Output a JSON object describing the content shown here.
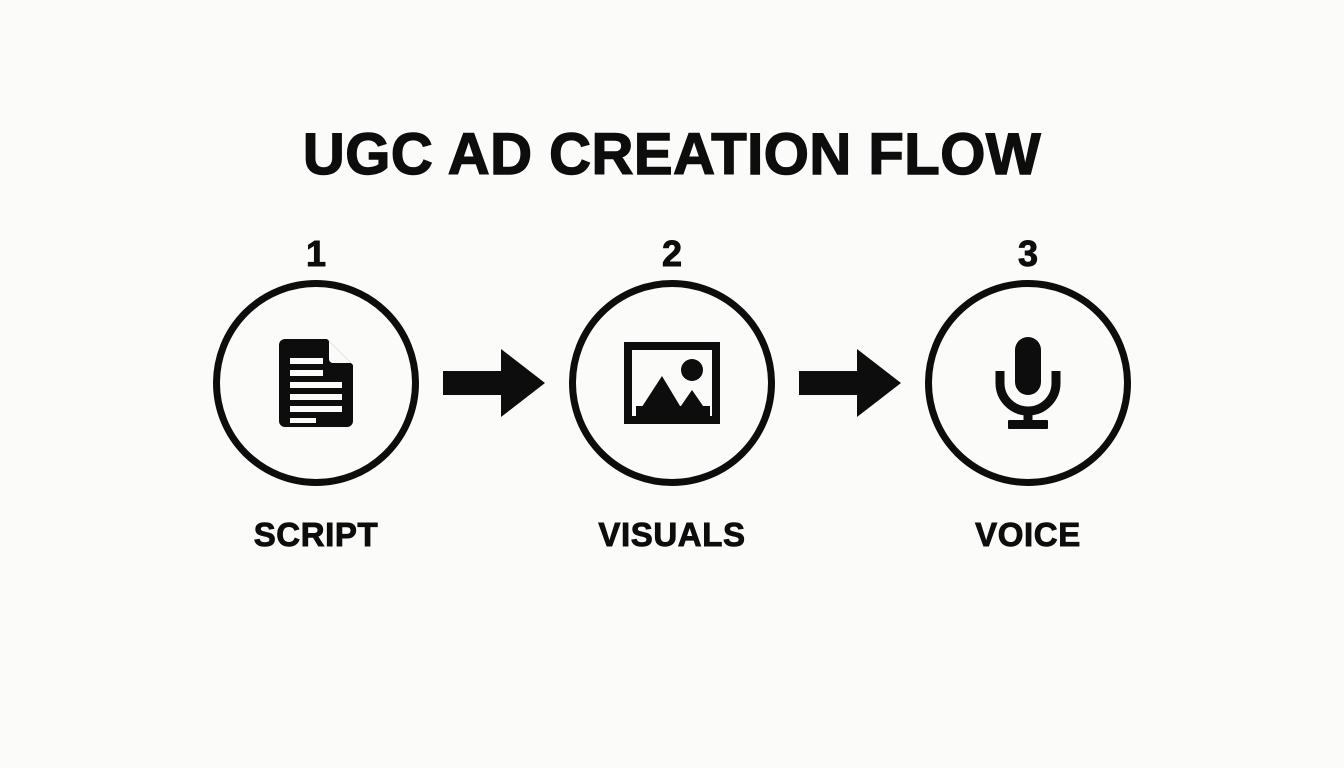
{
  "page": {
    "title": "UGC AD CREATION FLOW",
    "background_color": "#fbfbfa",
    "foreground_color": "#0d0d0d"
  },
  "flow": {
    "steps": [
      {
        "number": "1",
        "label": "SCRIPT",
        "icon": "document-icon"
      },
      {
        "number": "2",
        "label": "VISUALS",
        "icon": "image-icon"
      },
      {
        "number": "3",
        "label": "VOICE",
        "icon": "microphone-icon"
      }
    ],
    "connectors": [
      {
        "icon": "arrow-right-icon"
      },
      {
        "icon": "arrow-right-icon"
      }
    ]
  }
}
